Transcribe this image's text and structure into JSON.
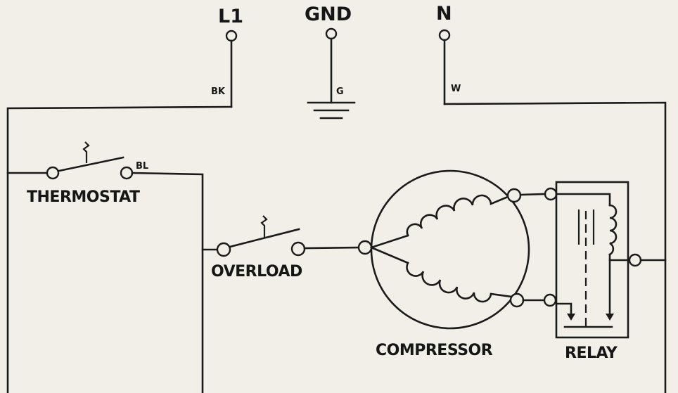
{
  "supply": {
    "l1": "L1",
    "gnd": "GND",
    "n": "N"
  },
  "wire_codes": {
    "black": "BK",
    "ground": "G",
    "white": "W",
    "blue": "BL"
  },
  "components": {
    "thermostat": "THERMOSTAT",
    "overload": "OVERLOAD",
    "compressor": "COMPRESSOR",
    "relay": "RELAY"
  },
  "colors": {
    "paper": "#f2efe9",
    "ink": "#1b1b1b"
  }
}
